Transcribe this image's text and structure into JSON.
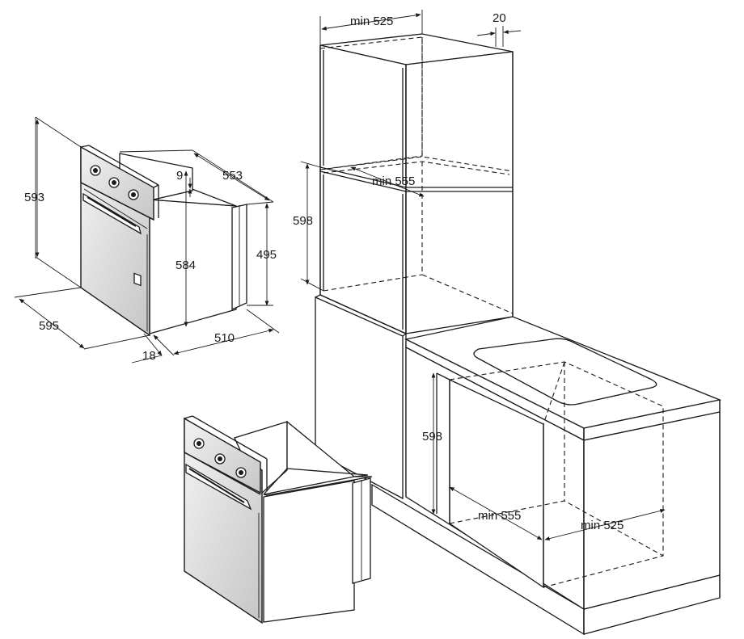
{
  "oven_dimensions": {
    "height": "593",
    "width": "595",
    "depth": "553",
    "top_offset": "9",
    "inner_height": "584",
    "body_height": "495",
    "body_depth": "510",
    "front_thickness": "18"
  },
  "upper_cabinet": {
    "width_label": "min 525",
    "side_gap": "20",
    "depth_label": "min 555",
    "height_label": "598"
  },
  "undercounter_cabinet": {
    "height_label": "598",
    "depth_label": "min 555",
    "width_label": "min 525"
  }
}
